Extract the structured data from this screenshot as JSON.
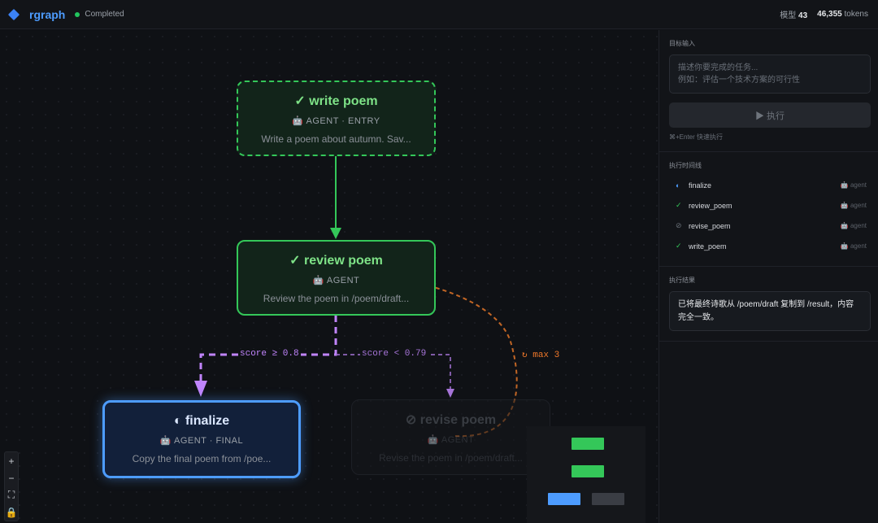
{
  "app": {
    "name": "rgraph",
    "status": "Completed"
  },
  "topbar": {
    "model_label": "模型",
    "model_value": "43",
    "tokens_value": "46,355",
    "tokens_label": "tokens"
  },
  "nodes": {
    "write": {
      "title": "✓ write poem",
      "meta": "🤖 AGENT · ENTRY",
      "desc": "Write a poem about autumn. Sav..."
    },
    "review": {
      "title": "✓ review poem",
      "meta": "🤖 AGENT",
      "desc": "Review the poem in /poem/draft..."
    },
    "final": {
      "title": "◐ finalize",
      "meta": "🤖 AGENT · FINAL",
      "desc": "Copy the final poem from /poe..."
    },
    "revise": {
      "title": "⊘ revise poem",
      "meta": "🤖 AGENT",
      "desc": "Revise the poem in /poem/draft..."
    }
  },
  "edges": {
    "pass_label": "score ≥ 0.8",
    "fail_label": "score < 0.79",
    "loop_label": "↻ max 3"
  },
  "colors": {
    "accent": "#4d9cff",
    "success": "#34c759",
    "branch": "#c084fc",
    "loop": "#f0782a"
  },
  "zoom": {
    "in": "+",
    "out": "−",
    "fit": "⛶",
    "lock": "🔒"
  },
  "sidebar": {
    "task_label": "目标输入",
    "task_placeholder": "描述你要完成的任务...\n例如：评估一个技术方案的可行性",
    "run_button": "▶ 执行",
    "hint": "⌘+Enter 快速执行",
    "timeline_label": "执行时间线",
    "timeline": [
      {
        "icon": "◐",
        "name": "finalize",
        "tag": "🤖 agent",
        "color": "#4d9cff"
      },
      {
        "icon": "✓",
        "name": "review_poem",
        "tag": "🤖 agent",
        "color": "#34c759"
      },
      {
        "icon": "⊘",
        "name": "revise_poem",
        "tag": "🤖 agent",
        "color": "#6a7079"
      },
      {
        "icon": "✓",
        "name": "write_poem",
        "tag": "🤖 agent",
        "color": "#34c759"
      }
    ],
    "result_label": "执行结果",
    "result_text": "已将最终诗歌从 /poem/draft 复制到 /result，内容完全一致。"
  }
}
